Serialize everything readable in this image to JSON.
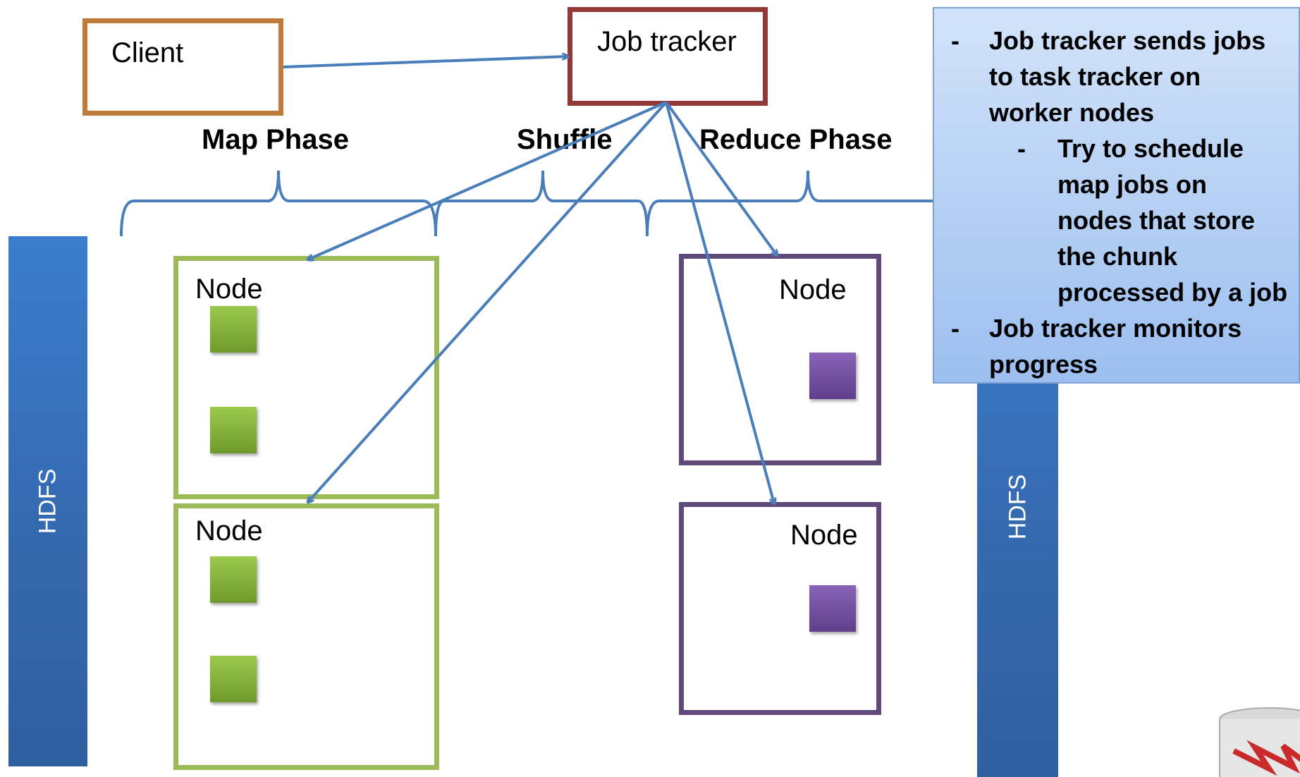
{
  "hdfs": {
    "left_label": "HDFS",
    "right_label": "HDFS"
  },
  "client": {
    "label": "Client"
  },
  "job_tracker": {
    "label": "Job tracker"
  },
  "phases": {
    "map": "Map Phase",
    "shuffle": "Shuffle",
    "reduce": "Reduce Phase"
  },
  "map_nodes": [
    {
      "label": "Node"
    },
    {
      "label": "Node"
    }
  ],
  "reduce_nodes": [
    {
      "label": "Node"
    },
    {
      "label": "Node"
    }
  ],
  "callout": {
    "bullet1_line1": "Job tracker sends jobs",
    "bullet1_line2": "to task tracker on",
    "bullet1_line3": "worker nodes",
    "sub_line1": "Try to schedule",
    "sub_line2": "map jobs on",
    "sub_line3": "nodes that store",
    "sub_line4": "the chunk",
    "sub_line5": "processed by a job",
    "bullet2_line1": "Job tracker monitors",
    "bullet2_line2": "progress",
    "dash": "-"
  },
  "colors": {
    "arrow": "#4a7ebb",
    "client_border": "#c07a3a",
    "job_border": "#943737",
    "map_border": "#9bbb59",
    "reduce_border": "#5f4a7b",
    "hdfs": "#3568ad"
  }
}
